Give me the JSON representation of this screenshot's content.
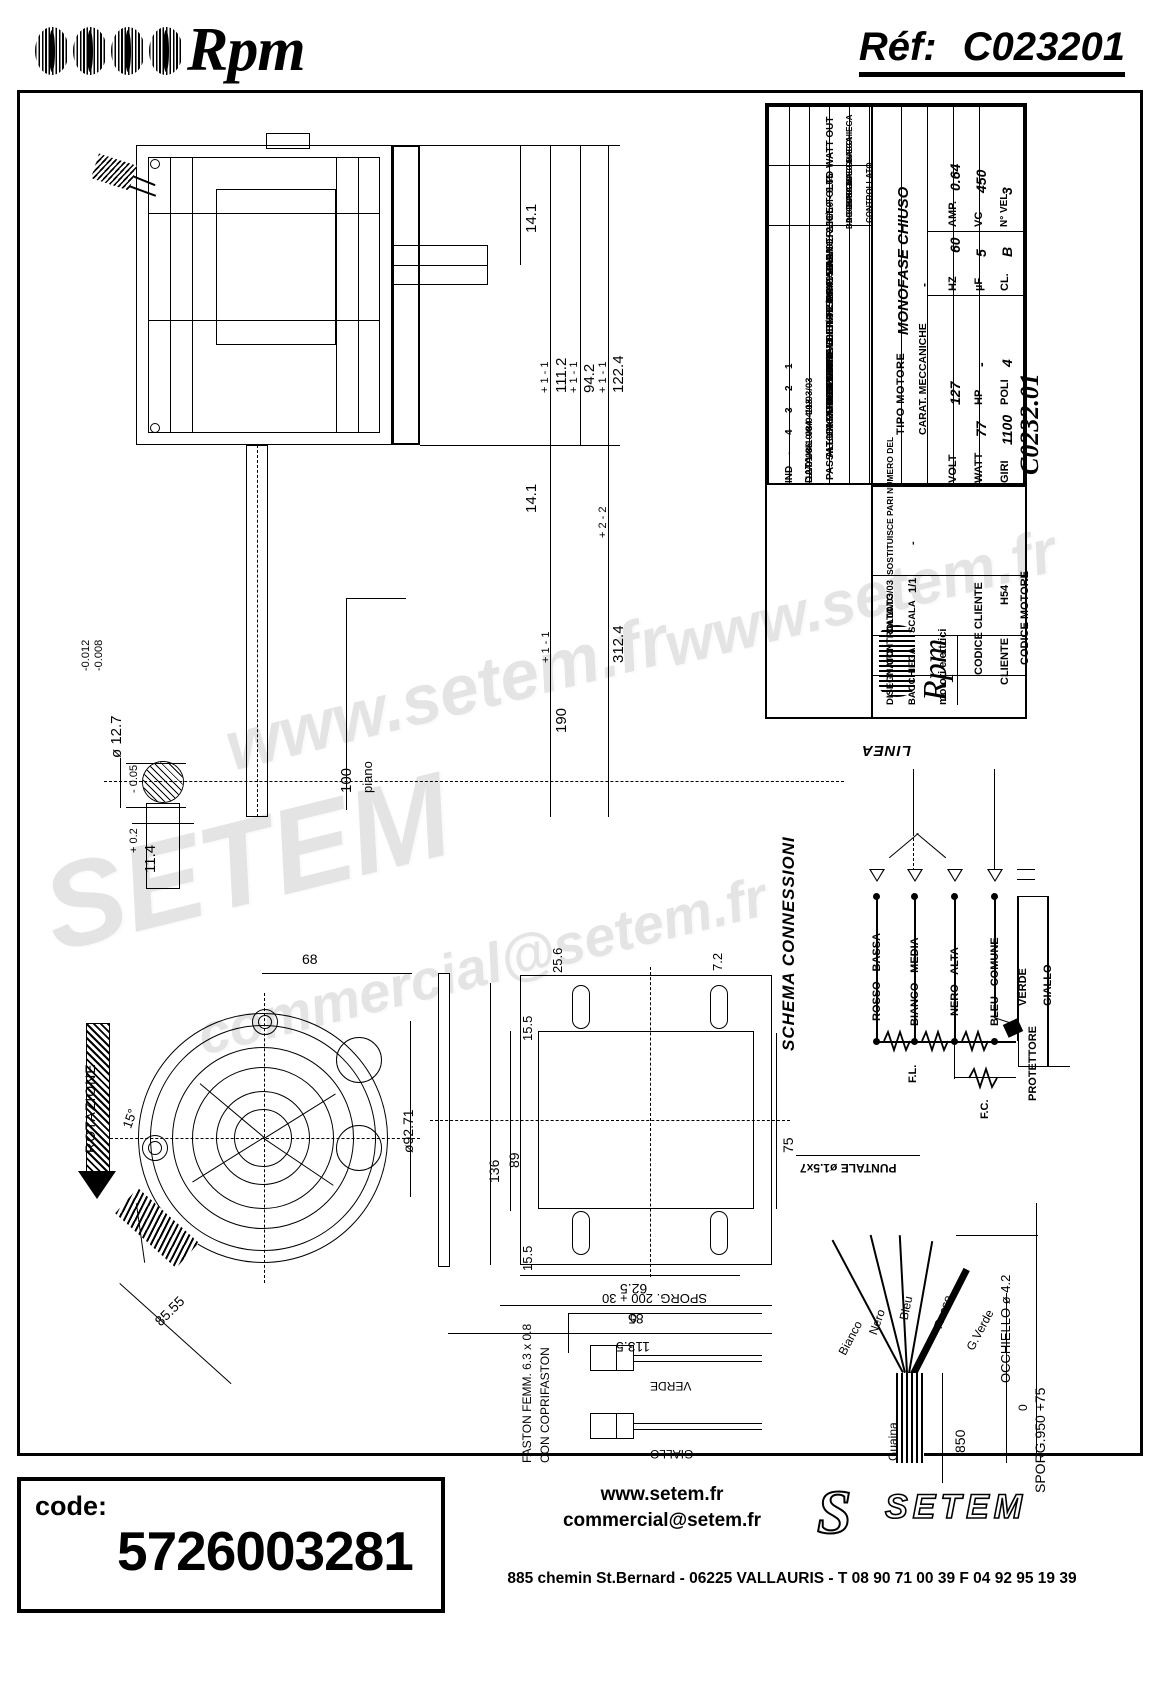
{
  "header": {
    "logo_text": "Rpm",
    "ref_label": "Réf:",
    "ref_value": "C023201"
  },
  "title_block": {
    "revisions": [
      {
        "ind": "-",
        "date": "",
        "description": "",
        "drawn": "",
        "checked": ""
      },
      {
        "ind": "4",
        "date": "12/01/05",
        "description": "PASSATO A COD. DEFINITIVO ERA: SPC0959",
        "drawn": "BACCHIEGA",
        "checked": ""
      },
      {
        "ind": "3",
        "date": "08/10/04",
        "description": "ALLUNGATO SPORG.ALBERO ERA: 150MM",
        "drawn": "BACCHIEGA",
        "checked": ""
      },
      {
        "ind": "2",
        "date": "08/04/03",
        "description": "CAMBIATO NOME CLIENTE ERA: ITAL SERVICE-TOLTO WATT OUT",
        "drawn": "BACCHIEGA",
        "checked": ""
      },
      {
        "ind": "1",
        "date": "11/03/03",
        "description": "MODIF. DATI: VOLT/ HZ/AMP.  ERANO: 230/50 - 0.65",
        "drawn": "BACCHIEGA",
        "checked": ""
      }
    ],
    "col_headers": {
      "ind": "IND",
      "data": "DATA",
      "modifiche": "MODIFICHE",
      "disegnato": "DISEGNATO",
      "controllato": "CONTROLLATO"
    },
    "company_name": "Rpm",
    "company_sub": "motori elettrici",
    "tipo_motore_label": "TIPO MOTORE",
    "tipo_motore_value": "MONOFASE CHIUSO",
    "carat_label": "CARAT. MECCANICHE",
    "carat_value": "-",
    "specs": [
      {
        "label": "VOLT",
        "value": "127",
        "label2": "HZ",
        "value2": "60",
        "label3": "AMP.",
        "value3": "0.64"
      },
      {
        "label": "WATT",
        "value": "77",
        "label2": "HP",
        "value2": "-",
        "label3": "µF",
        "value3": "5",
        "label4": "VC",
        "value4": "450"
      },
      {
        "label": "GIRI",
        "value": "1100",
        "label2": "POLI",
        "value2": "4",
        "label3": "CL.",
        "value3": "B",
        "label4": "N° VEL.",
        "value4": "3"
      }
    ],
    "cliente_label": "CLIENTE",
    "cliente_value": "H54",
    "codice_cliente_label": "CODICE CLIENTE",
    "codice_motore_label": "CODICE MOTORE",
    "codice_motore_value": "C0232.01",
    "sostituisce_label": "SOSTITUISCE PARI NUMERO DEL",
    "sostituisce_value": "-",
    "scala_label": "SCALA",
    "scala_value": "1/1",
    "data_label": "DATA",
    "data_value": "10/03/03",
    "disegnato_label": "DISEGNATO",
    "disegnato_value": "BACCHIEGA",
    "controllato_label": "CONTROLLATO",
    "controllato_value": ""
  },
  "schema": {
    "title": "SCHEMA CONNESSIONI",
    "linea": "LINEA",
    "wires": [
      {
        "label": "ROSSO - BASSA"
      },
      {
        "label": "BIANCO - MEDIA"
      },
      {
        "label": "NERO - ALTA"
      },
      {
        "label": "BLEU - COMUNE"
      },
      {
        "label": "VERDE"
      },
      {
        "label": "GIALLO"
      }
    ],
    "fl": "F.L.",
    "fc": "F.C.",
    "protettore": "PROTETTORE"
  },
  "dimensions": {
    "top_view": [
      "14.1",
      "111.2",
      "94.2",
      "122.4",
      "14.1",
      "312.4",
      "190"
    ],
    "tolerances": {
      "t111_2": "+ 1 - 1",
      "t94_2": "+ 1 - 1",
      "t122_4": "+ 1 - 1",
      "t312_4": "+ 2 - 2",
      "t190": "+ 1 - 1"
    },
    "shaft_dia": "ø 12.7",
    "shaft_tol_up": "-0.008",
    "shaft_tol_dn": "-0.012",
    "key_flat": "11.4",
    "key_tol_up": "+ 0.2",
    "key_tol_dn": "- 0.05",
    "piano": "piano",
    "piano_val": "100",
    "rotazione": "ROTAZIONE",
    "angle": "15°",
    "blower_dia": "ø92.71",
    "dim_68": "68",
    "dim_85_55": "85.55",
    "front": [
      "25.6",
      "7.2",
      "15.5",
      "15.5",
      "136",
      "89",
      "75",
      "62.5",
      "85",
      "113.5"
    ]
  },
  "harness": {
    "faston_line1": "FASTON FEMM. 6.3 x 0.8",
    "faston_line2": "CON COPRIFASTON",
    "sporg_200": "SPORG. 200 + 30",
    "sporg_200_zero": "0",
    "verde": "VERDE",
    "giallo": "GIALLO",
    "puntale": "PUNTALE ø1.5x7",
    "occhiello": "OCCHIELLO ø 4.2",
    "sporg_950": "SPORG.950 +75",
    "sporg_950_zero": "0",
    "guaina": "Guaina",
    "len_850": "850",
    "wire_labels": [
      "Bianco",
      "Nero",
      "Bleu",
      "Rosso",
      "G.Verde"
    ]
  },
  "footer": {
    "code_label": "code:",
    "code_value": "5726003281",
    "website": "www.setem.fr",
    "email": "commercial@setem.fr",
    "address": "885 chemin St.Bernard  -  06225 VALLAURIS  -  T 08 90 71 00 39   F 04 92 95 19 39",
    "brand": "SETEM"
  },
  "watermarks": {
    "w1": "www.setem.fr",
    "w2": "SETEM",
    "w3": "commercial@setem.fr"
  }
}
